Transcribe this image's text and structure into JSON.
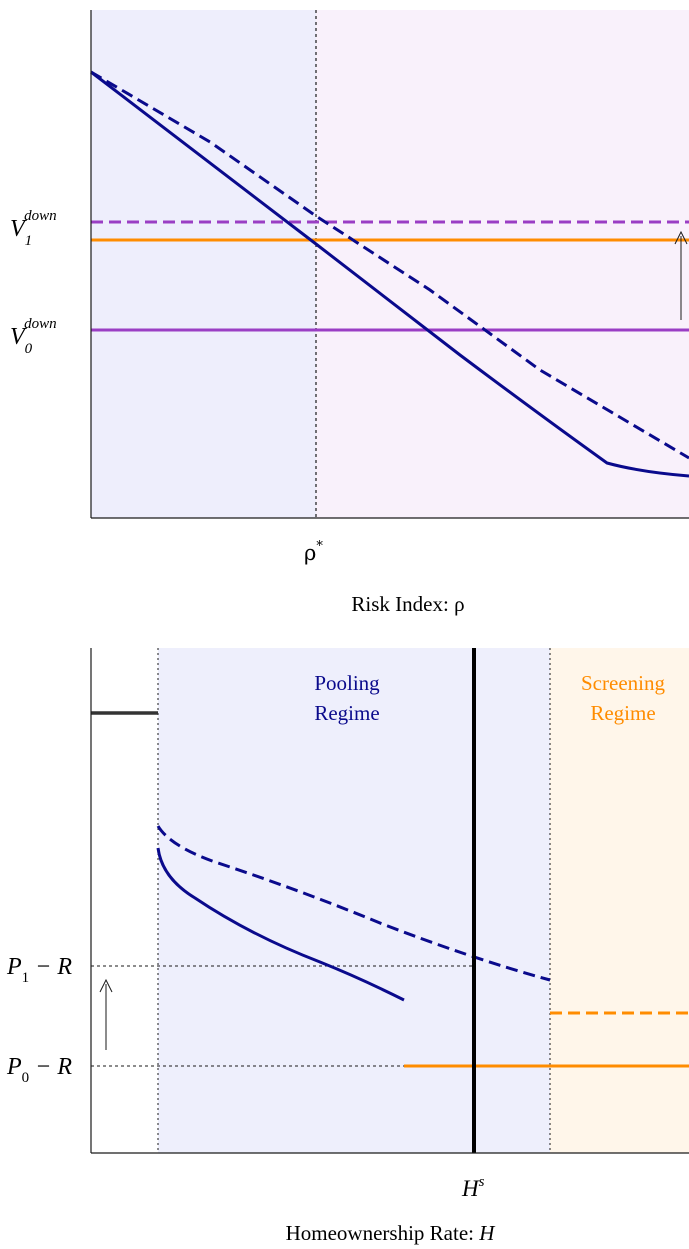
{
  "colors": {
    "navy": "#0a0a8c",
    "purple": "#9a3ec4",
    "orange": "#ff8c00",
    "black": "#1a1a1a",
    "shade_left": "#eeeefc",
    "shade_right": "#f9f1fb",
    "shade_pool": "#eeeffc",
    "shade_screen": "#fff6ea"
  },
  "top_panel": {
    "x_tick": "ρ*",
    "x_tick_base": "ρ",
    "x_tick_sup": "*",
    "xlabel": "Risk Index: ρ",
    "y_labels": [
      {
        "base": "V",
        "sub": "1",
        "sup": "down"
      },
      {
        "base": "V",
        "sub": "0",
        "sup": "down"
      }
    ]
  },
  "bottom_panel": {
    "regimes": [
      {
        "line1": "Pooling",
        "line2": "Regime"
      },
      {
        "line1": "Screening",
        "line2": "Regime"
      }
    ],
    "y_labels": [
      {
        "base": "P",
        "sub": "1",
        "rest": " − R"
      },
      {
        "base": "P",
        "sub": "0",
        "rest": " − R"
      }
    ],
    "x_tick": {
      "base": "H",
      "sup": "s"
    },
    "xlabel_text": "Homeownership Rate: ",
    "xlabel_var": "H"
  }
}
